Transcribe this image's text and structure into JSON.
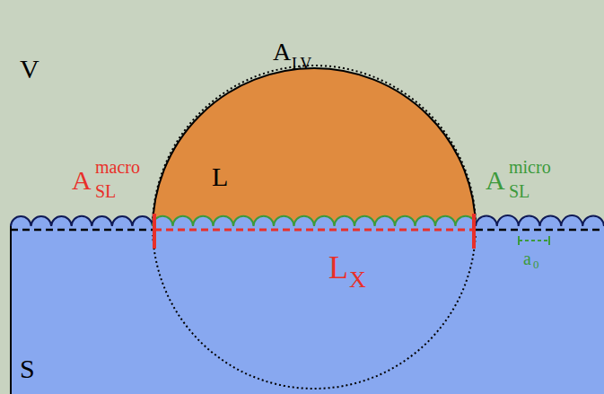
{
  "diagram": {
    "labels": [
      "V",
      "A",
      "LV",
      "A",
      "macro",
      "SL",
      "L",
      "A",
      "micro",
      "SL",
      "L",
      "X",
      "a",
      "0",
      "S"
    ]
  }
}
